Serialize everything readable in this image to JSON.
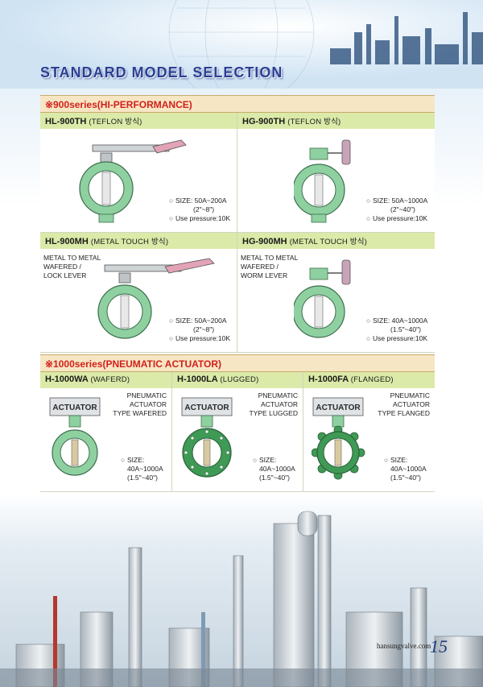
{
  "header": {
    "title": "STANDARD MODEL SELECTION"
  },
  "series900": {
    "heading": "※900series(HI-PERFORMANCE)",
    "models": [
      {
        "code": "HL-900TH",
        "type": "(TEFLON 방식)",
        "specs": [
          "SIZE: 50A~200A",
          "(2\"~8\")",
          "Use pressure:10K"
        ],
        "note": []
      },
      {
        "code": "HG-900TH",
        "type": "(TEFLON 방식)",
        "specs": [
          "SIZE: 50A~1000A",
          "(2\"~40\")",
          "Use pressure:10K"
        ],
        "note": []
      },
      {
        "code": "HL-900MH",
        "type": "(METAL TOUCH 방식)",
        "specs": [
          "SIZE: 50A~200A",
          "(2\"~8\")",
          "Use pressure:10K"
        ],
        "note": [
          "METAL TO METAL",
          "WAFERED /",
          "LOCK LEVER"
        ]
      },
      {
        "code": "HG-900MH",
        "type": "(METAL TOUCH 방식)",
        "specs": [
          "SIZE: 40A~1000A",
          "(1.5\"~40\")",
          "Use pressure:10K"
        ],
        "note": [
          "METAL TO METAL",
          "WAFERED /",
          "WORM LEVER"
        ]
      }
    ]
  },
  "series1000": {
    "heading": "※1000series(PNEUMATIC ACTUATOR)",
    "actuator_label": "ACTUATOR",
    "models": [
      {
        "code": "H-1000WA",
        "type": "(WAFERD)",
        "note": [
          "PNEUMATIC",
          "ACTUATOR",
          "TYPE WAFERED"
        ],
        "specs": [
          "SIZE:",
          "40A~1000A",
          "(1.5\"~40\")"
        ]
      },
      {
        "code": "H-1000LA",
        "type": "(LUGGED)",
        "note": [
          "PNEUMATIC",
          "ACTUATOR",
          "TYPE LUGGED"
        ],
        "specs": [
          "SIZE:",
          "40A~1000A",
          "(1.5\"~40\")"
        ]
      },
      {
        "code": "H-1000FA",
        "type": "(FLANGED)",
        "note": [
          "PNEUMATIC",
          "ACTUATOR",
          "TYPE FLANGED"
        ],
        "specs": [
          "SIZE:",
          "40A~1000A",
          "(1.5\"~40\")"
        ]
      }
    ]
  },
  "footer": {
    "site": "hansungvalve.com",
    "page": "15"
  },
  "colors": {
    "title": "#2b3f92",
    "valve_body": "#8fd0a0",
    "section_head": "#f7e6c4",
    "model_head": "#dbeaa8",
    "accent_red": "#d2201b"
  }
}
